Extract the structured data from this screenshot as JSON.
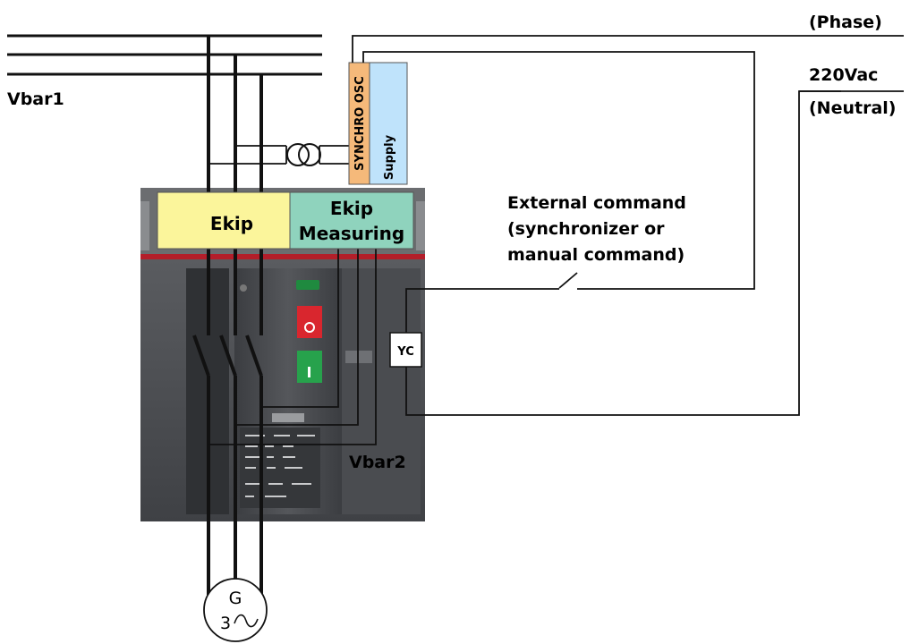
{
  "busbar": {
    "label": "Vbar1"
  },
  "load_side": {
    "label": "Vbar2"
  },
  "supply_line": {
    "phase_label": "(Phase)",
    "voltage_label": "220Vac",
    "neutral_label": "(Neutral)"
  },
  "modules": {
    "ekip": {
      "label": "Ekip",
      "color": "#fbf59b"
    },
    "ekip_measuring": {
      "line1": "Ekip",
      "line2": "Measuring",
      "color": "#8fd3bd"
    },
    "synchro_osc": {
      "label": "SYNCHRO OSC",
      "color": "#f5b97a"
    },
    "supply": {
      "label": "Supply",
      "color": "#bfe3fb"
    }
  },
  "external_command": {
    "line1": "External command",
    "line2": "(synchronizer or",
    "line3": "manual command)"
  },
  "closing_coil": {
    "label": "YC"
  },
  "generator": {
    "line1": "G",
    "line2": "3"
  },
  "breaker_front": {
    "panel_color": "#4d4f52",
    "accent_color": "#b31e2a",
    "open_button_color": "#d9262e",
    "close_button_color": "#27a24c"
  }
}
